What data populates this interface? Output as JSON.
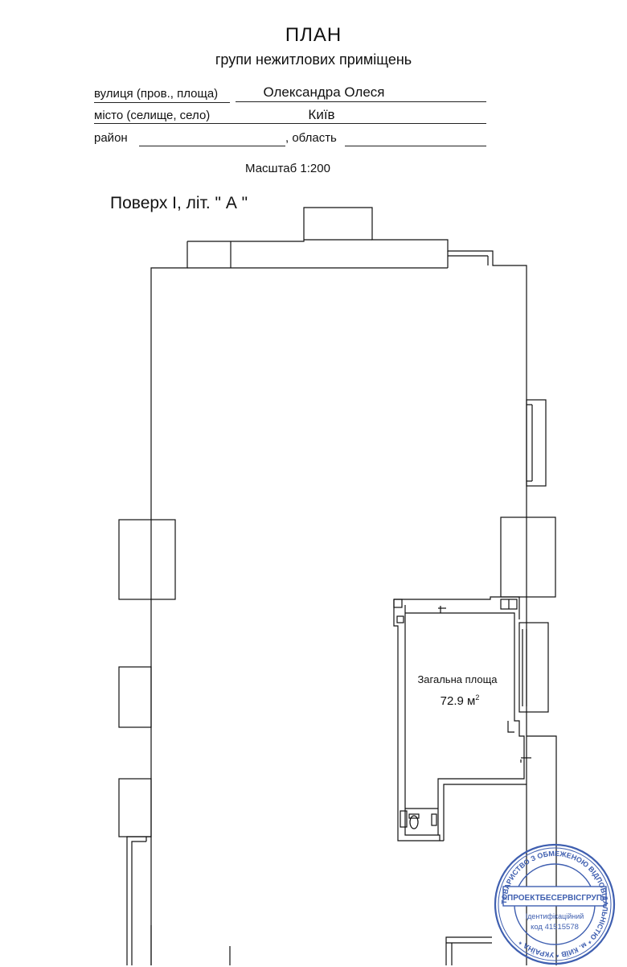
{
  "document": {
    "title": "ПЛАН",
    "subtitle": "групи нежитлових приміщень",
    "street_label": "вулиця (пров., площа)",
    "street_value": "Олександра Олеся",
    "city_label": "місто (селище, село)",
    "city_value": "Київ",
    "district_label": "район",
    "district_value": "",
    "region_label": ", область",
    "region_value": "",
    "scale": "Масштаб 1:200",
    "floor_label": "Поверх  І,   літ. \" А \""
  },
  "room": {
    "area_label": "Загальна площа",
    "area_value": "72.9 м",
    "area_unit_sup": "2"
  },
  "stamp": {
    "name": "«ПРОЕКТБЕСЕРВІСГРУП»",
    "ring_text": "ТОВАРИСТВО З ОБМЕЖЕНОЮ ВІДПОВІДАЛЬНІСТЮ * м. КИЇВ * УКРАЇНА *",
    "id_label": "Ідентифікаційний",
    "code": "код 41515578",
    "color": "#3f5fb0"
  }
}
